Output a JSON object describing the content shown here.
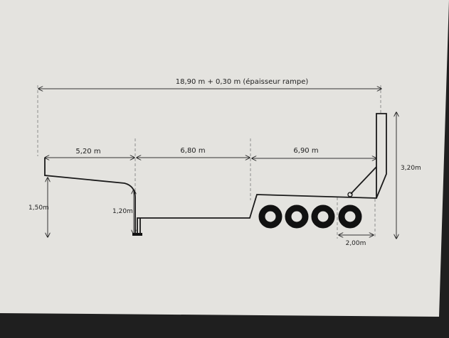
{
  "drawing": {
    "total_length": "18,90 m + 0,30 m (épaisseur rampe)",
    "segments": [
      "5,20 m",
      "6,80 m",
      "6,90 m"
    ],
    "gooseneck_height": "1,50m",
    "deck_height": "1,20m",
    "ramp_height": "3,20m",
    "axle_spacing": "2,00m",
    "wheel_count": 4,
    "paper_color": "#e4e3df",
    "ink_color": "#1a1a1a"
  }
}
